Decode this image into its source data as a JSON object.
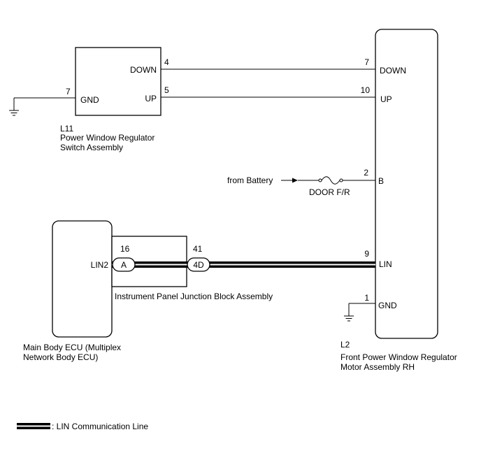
{
  "switch_assembly": {
    "connector": "L11",
    "name_line1": "Power Window Regulator",
    "name_line2": "Switch Assembly",
    "pin_down": "DOWN",
    "pin_up": "UP",
    "pin_gnd": "GND",
    "pin_down_no": "4",
    "pin_up_no": "5",
    "pin_gnd_no": "7"
  },
  "motor_assembly": {
    "connector": "L2",
    "name_line1": "Front Power Window Regulator",
    "name_line2": "Motor Assembly RH",
    "pin_down": "DOWN",
    "pin_up": "UP",
    "pin_b": "B",
    "pin_lin": "LIN",
    "pin_gnd": "GND",
    "pin_down_no": "7",
    "pin_up_no": "10",
    "pin_b_no": "2",
    "pin_lin_no": "9",
    "pin_gnd_no": "1"
  },
  "battery": {
    "label": "from Battery",
    "fuse": "DOOR F/R"
  },
  "ecu": {
    "name_line1": "Main Body ECU (Multiplex",
    "name_line2": "Network Body ECU)",
    "pin_lin2": "LIN2"
  },
  "junction_block": {
    "name": "Instrument Panel Junction Block Assembly",
    "conn_a": "A",
    "conn_a_no": "16",
    "conn_4d": "4D",
    "conn_4d_no": "41"
  },
  "legend": {
    "text": ": LIN Communication Line"
  }
}
